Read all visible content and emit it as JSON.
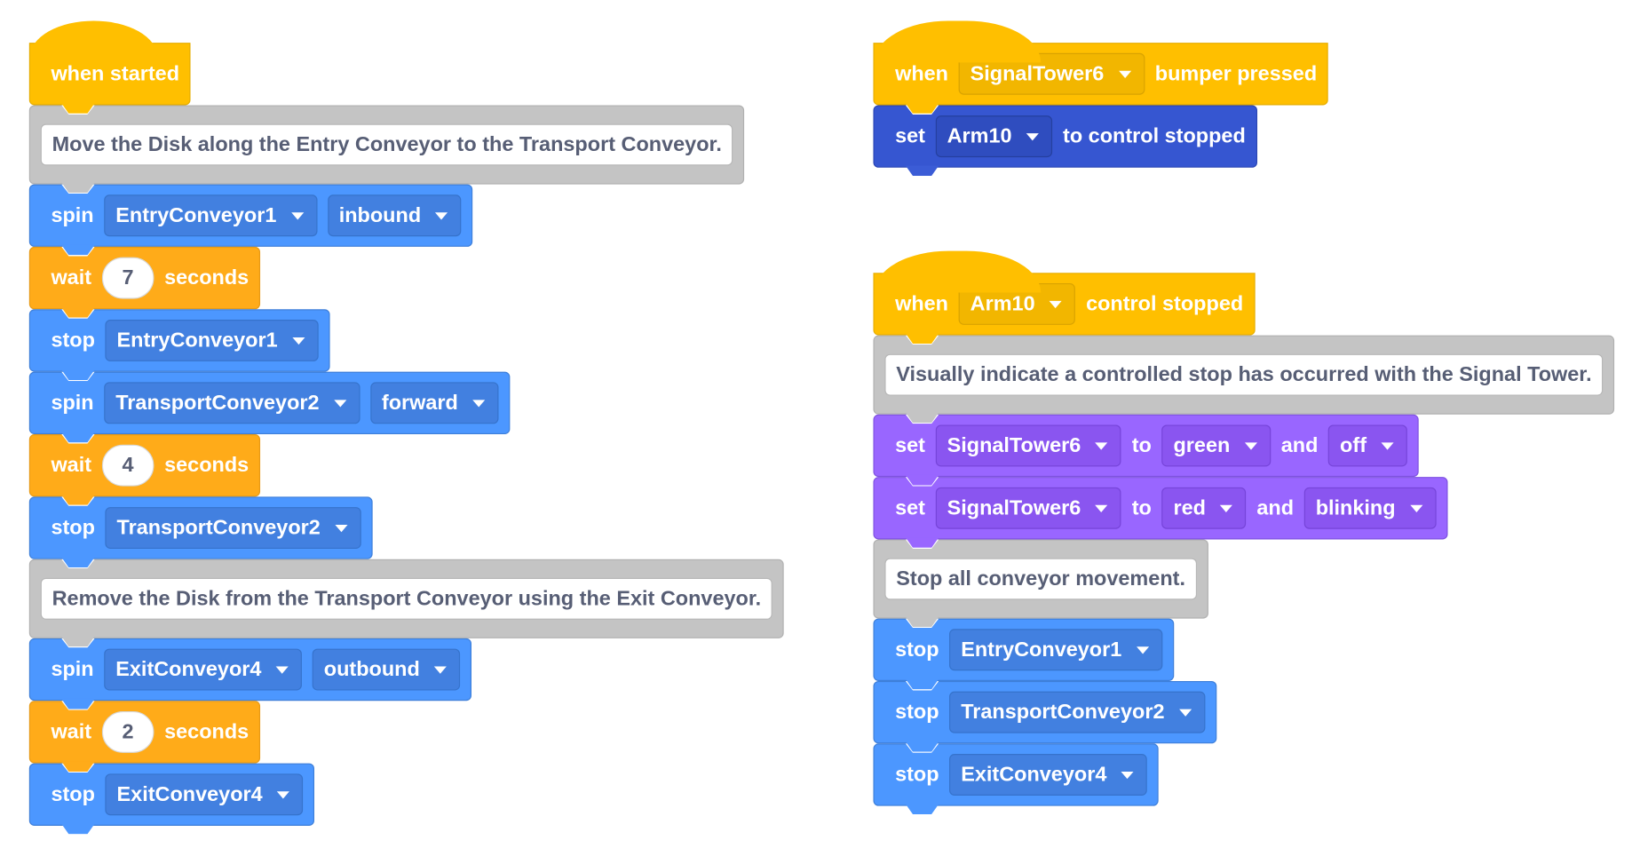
{
  "left_script": {
    "hat_label": "when started",
    "comment1": "Move the Disk along the Entry Conveyor to the Transport Conveyor.",
    "spin1": {
      "verb": "spin",
      "device": "EntryConveyor1",
      "dir": "inbound"
    },
    "wait1": {
      "verb": "wait",
      "value": "7",
      "unit": "seconds"
    },
    "stop1": {
      "verb": "stop",
      "device": "EntryConveyor1"
    },
    "spin2": {
      "verb": "spin",
      "device": "TransportConveyor2",
      "dir": "forward"
    },
    "wait2": {
      "verb": "wait",
      "value": "4",
      "unit": "seconds"
    },
    "stop2": {
      "verb": "stop",
      "device": "TransportConveyor2"
    },
    "comment2": "Remove the Disk from the Transport Conveyor using the Exit Conveyor.",
    "spin3": {
      "verb": "spin",
      "device": "ExitConveyor4",
      "dir": "outbound"
    },
    "wait3": {
      "verb": "wait",
      "value": "2",
      "unit": "seconds"
    },
    "stop3": {
      "verb": "stop",
      "device": "ExitConveyor4"
    }
  },
  "right_top_script": {
    "hat": {
      "when": "when",
      "device": "SignalTower6",
      "event": "bumper pressed"
    },
    "set_arm": {
      "verb": "set",
      "device": "Arm10",
      "text": "to control stopped"
    }
  },
  "right_bottom_script": {
    "hat": {
      "when": "when",
      "device": "Arm10",
      "event": "control stopped"
    },
    "comment1": "Visually indicate a controlled stop has occurred with the Signal Tower.",
    "set1": {
      "verb": "set",
      "device": "SignalTower6",
      "to": "to",
      "color": "green",
      "and": "and",
      "state": "off"
    },
    "set2": {
      "verb": "set",
      "device": "SignalTower6",
      "to": "to",
      "color": "red",
      "and": "and",
      "state": "blinking"
    },
    "comment2": "Stop all conveyor movement.",
    "stop1": {
      "verb": "stop",
      "device": "EntryConveyor1"
    },
    "stop2": {
      "verb": "stop",
      "device": "TransportConveyor2"
    },
    "stop3": {
      "verb": "stop",
      "device": "ExitConveyor4"
    }
  },
  "colors": {
    "motion": "#4c97ff",
    "control": "#ffab19",
    "event": "#ffbf00",
    "arm": "#3656d1",
    "signal": "#9966ff",
    "comment": "#c4c4c4"
  }
}
